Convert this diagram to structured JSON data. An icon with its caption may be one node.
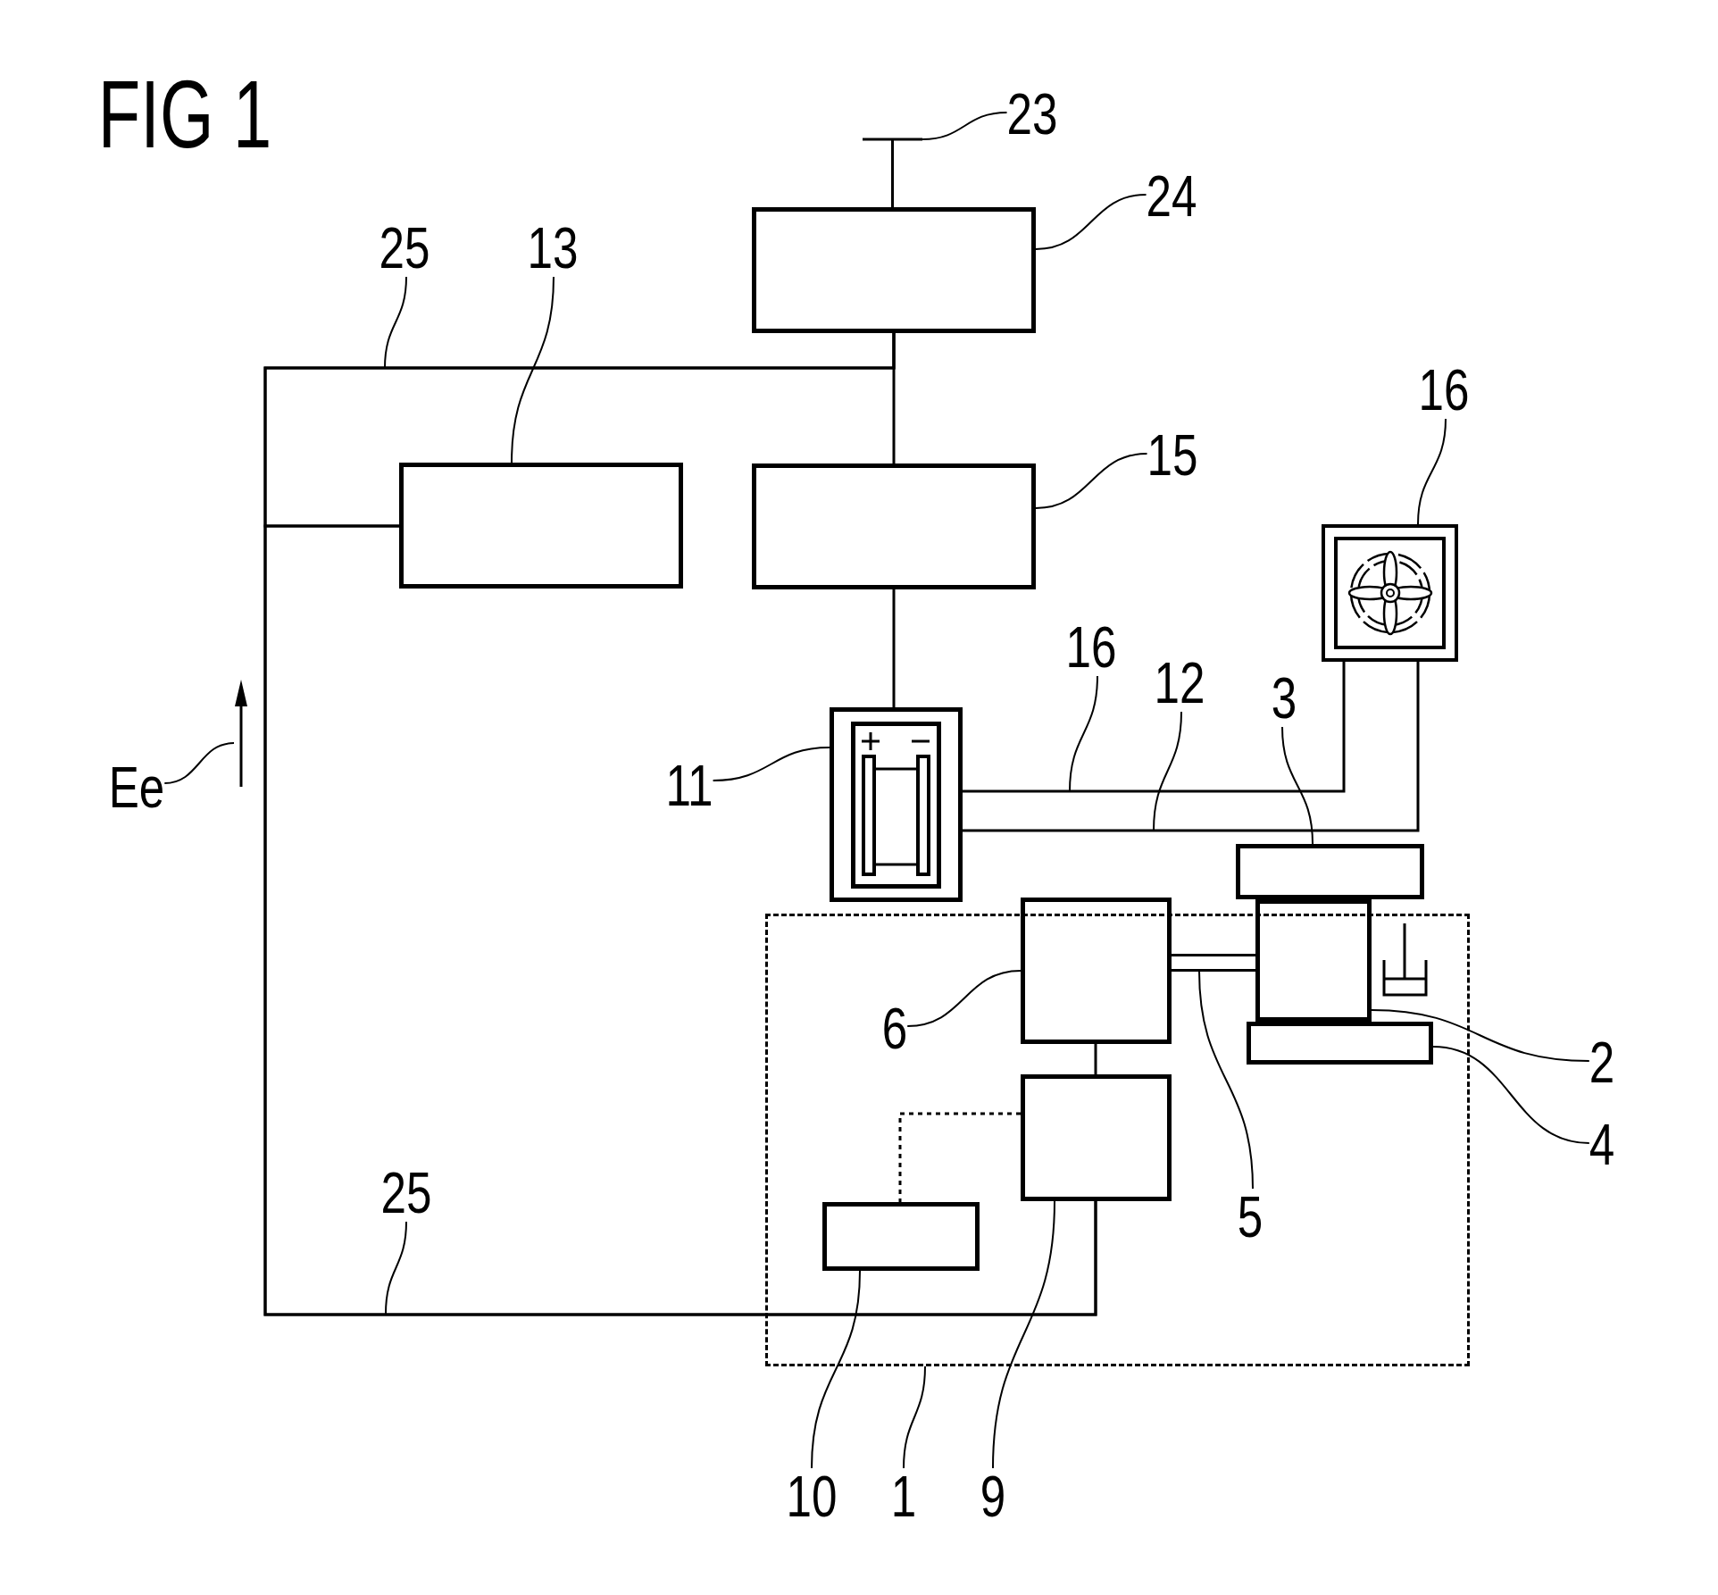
{
  "diagram": {
    "title": "FIG 1",
    "nodes": [
      {
        "text": [],
        "shape": "antenna"
      },
      {
        "text": [
          "23"
        ]
      },
      {
        "text": [],
        "shape": "box"
      },
      {
        "text": [
          "24"
        ]
      },
      {
        "text": [
          "25"
        ]
      },
      {
        "text": [
          "13"
        ]
      },
      {
        "text": [],
        "shape": "box"
      },
      {
        "text": [],
        "shape": "box"
      },
      {
        "text": [
          "15"
        ]
      },
      {
        "text": [
          "16"
        ]
      },
      {
        "text": [],
        "shape": "box"
      },
      {
        "text": [
          "16"
        ]
      },
      {
        "text": [
          "12"
        ]
      },
      {
        "text": [
          "3"
        ]
      },
      {
        "text": [
          "Ee"
        ]
      },
      {
        "text": [],
        "shape": "arrow"
      },
      {
        "text": [
          "11"
        ]
      },
      {
        "text": [],
        "shape": "box"
      },
      {
        "text": [],
        "shape": "bar"
      },
      {
        "text": [],
        "shape": "box"
      },
      {
        "text": [],
        "shape": "box"
      },
      {
        "text": [],
        "shape": "box"
      },
      {
        "text": [
          "6"
        ],
        "in": 19
      },
      {
        "text": [
          "2"
        ]
      },
      {
        "text": [],
        "shape": "bar",
        "in": 19
      },
      {
        "text": [
          "4"
        ]
      },
      {
        "text": [],
        "shape": "box",
        "in": 19
      },
      {
        "text": [
          "25"
        ]
      },
      {
        "text": [
          "5"
        ],
        "in": 19
      },
      {
        "text": [],
        "shape": "box",
        "in": 19
      },
      {
        "text": [
          "10"
        ]
      },
      {
        "text": [
          "1"
        ]
      },
      {
        "text": [
          "9"
        ]
      }
    ],
    "edges": [
      {
        "from": 2,
        "to": 7,
        "arrow": "none"
      },
      {
        "from": 2,
        "to": 6,
        "arrow": "none"
      },
      {
        "from": 2,
        "to": 26,
        "arrow": "none"
      },
      {
        "from": 6,
        "to": 26,
        "arrow": "none"
      },
      {
        "from": 7,
        "to": 17,
        "arrow": "none"
      },
      {
        "from": 17,
        "to": 10,
        "arrow": "none"
      },
      {
        "from": 17,
        "to": 10,
        "arrow": "none"
      },
      {
        "from": 20,
        "to": 21,
        "arrow": "none",
        "style": "thick"
      },
      {
        "from": 20,
        "to": 26,
        "arrow": "none"
      },
      {
        "from": 26,
        "to": 29,
        "arrow": "none",
        "style": "dashed"
      },
      {
        "from": 1,
        "to": 0,
        "arrow": "none"
      },
      {
        "from": 3,
        "to": 2,
        "arrow": "none"
      },
      {
        "from": 4,
        "to": null,
        "arrow": "none"
      },
      {
        "from": 5,
        "to": 6,
        "arrow": "none"
      },
      {
        "from": 8,
        "to": 7,
        "arrow": "none"
      },
      {
        "from": 9,
        "to": 10,
        "arrow": "none"
      },
      {
        "from": 11,
        "to": null,
        "arrow": "none"
      },
      {
        "from": 12,
        "to": null,
        "arrow": "none"
      },
      {
        "from": 13,
        "to": 18,
        "arrow": "none"
      },
      {
        "from": 14,
        "to": 15,
        "arrow": "none"
      },
      {
        "from": 16,
        "to": 17,
        "arrow": "none"
      },
      {
        "from": 22,
        "to": 20,
        "arrow": "none"
      },
      {
        "from": 23,
        "to": 21,
        "arrow": "none"
      },
      {
        "from": 25,
        "to": 24,
        "arrow": "none"
      },
      {
        "from": 27,
        "to": null,
        "arrow": "none"
      },
      {
        "from": 28,
        "to": null,
        "arrow": "none"
      },
      {
        "from": 30,
        "to": 29,
        "arrow": "none"
      },
      {
        "from": 31,
        "to": 19,
        "arrow": "none"
      },
      {
        "from": 32,
        "to": 26,
        "arrow": "none"
      }
    ]
  }
}
